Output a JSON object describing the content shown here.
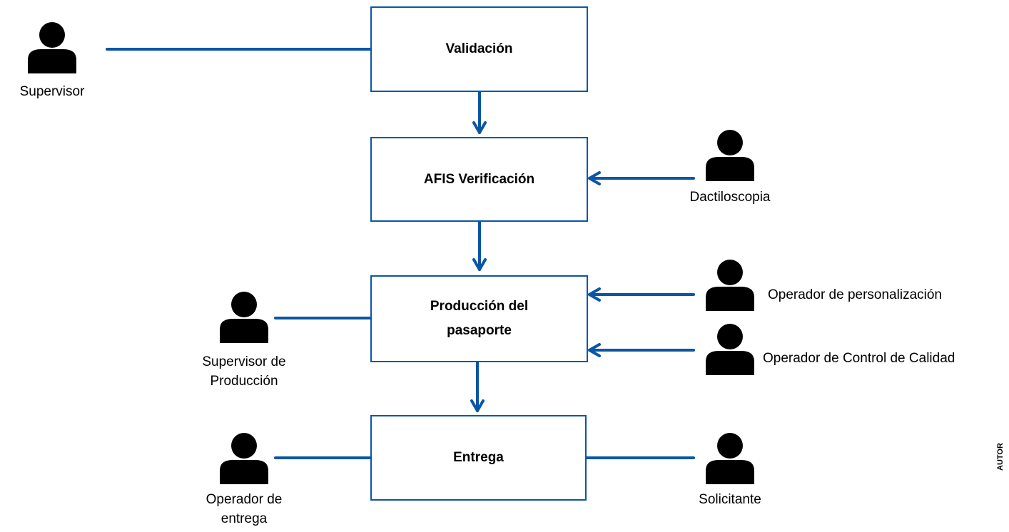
{
  "colors": {
    "line": "#0b56a4",
    "box_border": "#0b56a4",
    "person_icon": "#000000"
  },
  "process_boxes": [
    {
      "id": "validacion",
      "label": "Validación"
    },
    {
      "id": "afis",
      "label": "AFIS Verificación"
    },
    {
      "id": "produccion",
      "label": "Producción del\npasaporte"
    },
    {
      "id": "entrega",
      "label": "Entrega"
    }
  ],
  "actors": [
    {
      "id": "supervisor",
      "label": "Supervisor",
      "icon": "person-icon"
    },
    {
      "id": "dactiloscopia",
      "label": "Dactiloscopia",
      "icon": "person-icon"
    },
    {
      "id": "operador_personalizacion",
      "label": "Operador de personalización",
      "icon": "person-icon"
    },
    {
      "id": "operador_control_calidad",
      "label": "Operador de Control de Calidad",
      "icon": "person-icon"
    },
    {
      "id": "supervisor_produccion",
      "label": "Supervisor de\nProducción",
      "icon": "person-icon"
    },
    {
      "id": "operador_entrega",
      "label": "Operador de\nentrega",
      "icon": "person-icon"
    },
    {
      "id": "solicitante",
      "label": "Solicitante",
      "icon": "person-icon"
    }
  ],
  "side_text": "AUTOR"
}
